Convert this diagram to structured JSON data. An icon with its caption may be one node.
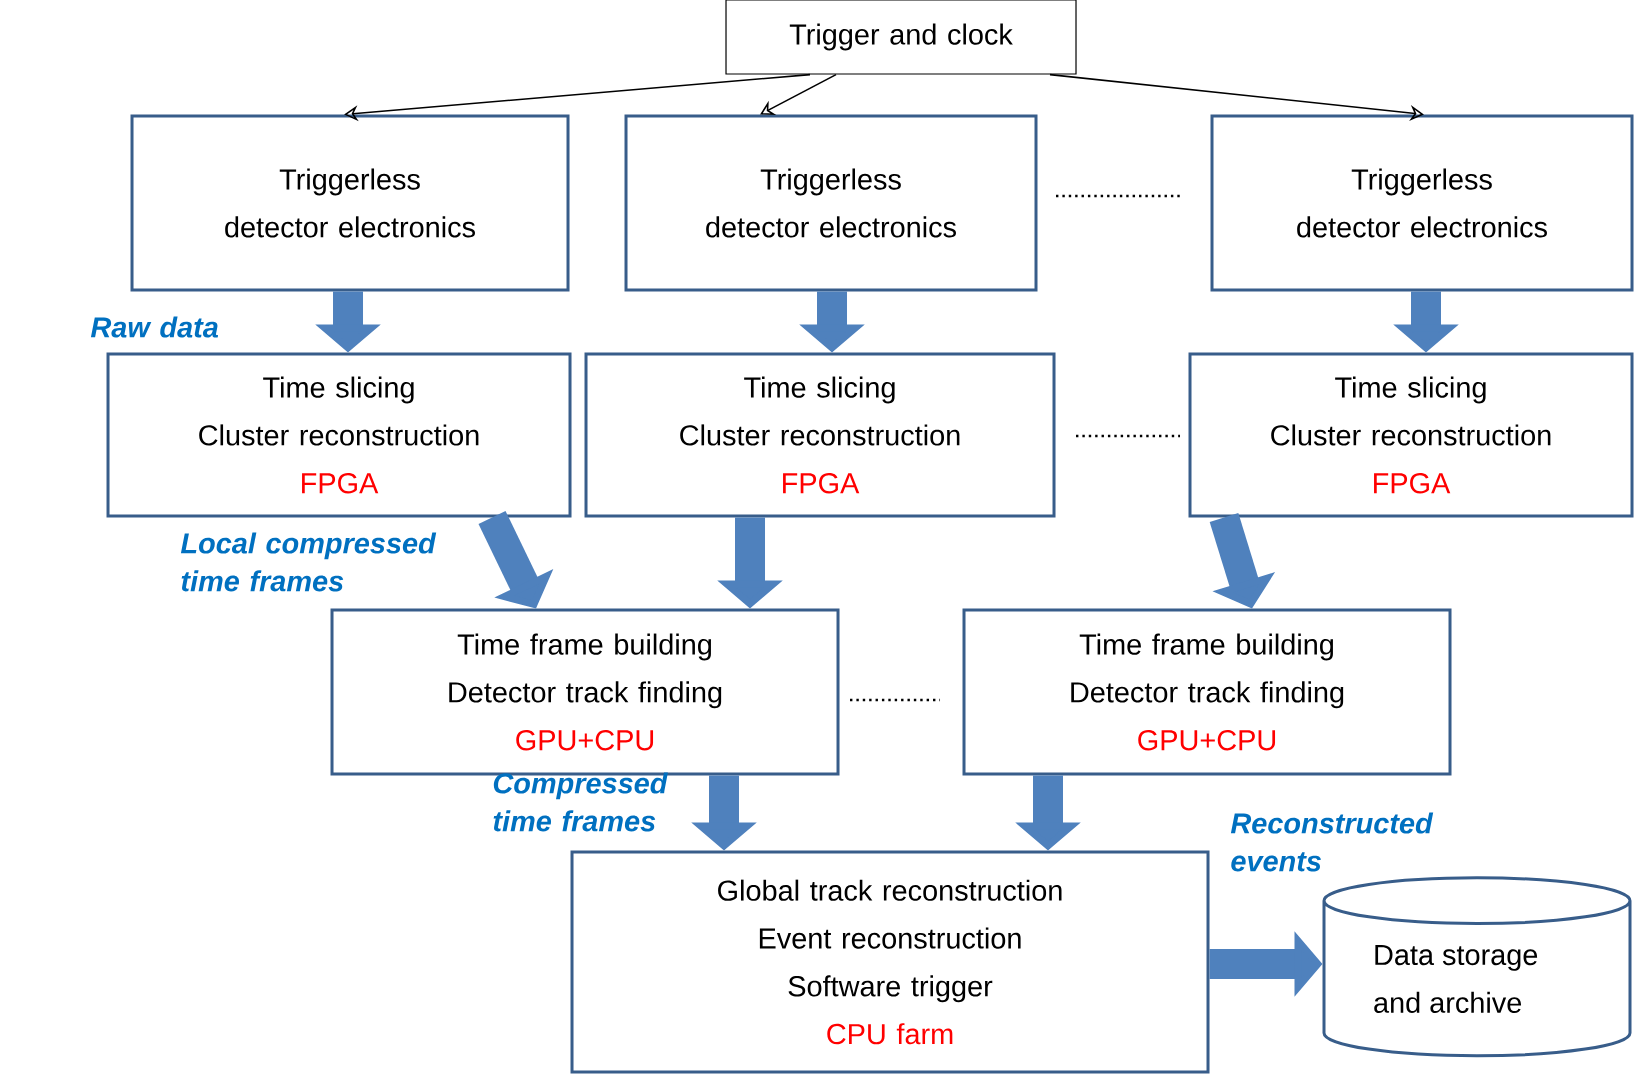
{
  "diagram": {
    "nodes": [
      {
        "text": [
          "Trigger and clock"
        ]
      },
      {
        "text": [
          "Triggerless detector electronics"
        ]
      },
      {
        "text": [
          "Triggerless detector electronics"
        ]
      },
      {
        "text": [
          "Triggerless detector electronics"
        ]
      },
      {
        "text": [
          "Time slicing",
          "Cluster reconstruction",
          "FPGA"
        ]
      },
      {
        "text": [
          "Time slicing",
          "Cluster reconstruction",
          "FPGA"
        ]
      },
      {
        "text": [
          "Time slicing",
          "Cluster reconstruction",
          "FPGA"
        ]
      },
      {
        "text": [
          "Time frame building",
          "Detector track finding",
          "GPU+CPU"
        ]
      },
      {
        "text": [
          "Time frame building",
          "Detector track finding",
          "GPU+CPU"
        ]
      },
      {
        "text": [
          "Global track reconstruction",
          "Event reconstruction",
          "Software trigger",
          "CPU farm"
        ]
      },
      {
        "text": [
          "Data storage and archive"
        ]
      }
    ],
    "edges": [
      {
        "from": 0,
        "to": 1,
        "arrow": "to",
        "color": "#000000"
      },
      {
        "from": 0,
        "to": 2,
        "arrow": "to",
        "color": "#000000"
      },
      {
        "from": 0,
        "to": 3,
        "arrow": "to",
        "color": "#000000"
      },
      {
        "from": 1,
        "to": 4,
        "arrow": "to",
        "label": "Raw data"
      },
      {
        "from": 2,
        "to": 5,
        "arrow": "to"
      },
      {
        "from": 3,
        "to": 6,
        "arrow": "to"
      },
      {
        "from": 4,
        "to": 7,
        "arrow": "to",
        "label": "Local compressed time frames"
      },
      {
        "from": 5,
        "to": 7,
        "arrow": "to"
      },
      {
        "from": 6,
        "to": 8,
        "arrow": "to"
      },
      {
        "from": 7,
        "to": 9,
        "arrow": "to",
        "label": "Compressed time frames"
      },
      {
        "from": 8,
        "to": 9,
        "arrow": "to"
      },
      {
        "from": 9,
        "to": 10,
        "arrow": "to",
        "label": "Reconstructed events"
      }
    ]
  }
}
